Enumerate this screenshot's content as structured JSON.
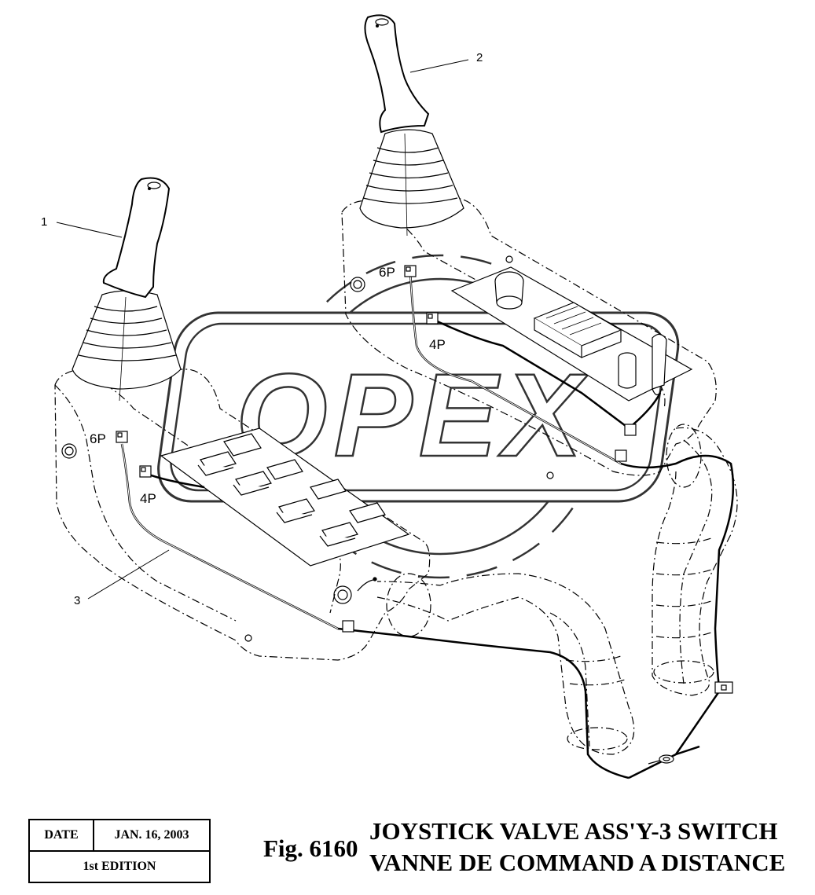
{
  "callouts": {
    "c1": "1",
    "c2": "2",
    "c3": "3"
  },
  "connectors": {
    "left_6p": "6P",
    "left_4p": "4P",
    "right_6p": "6P",
    "right_4p": "4P"
  },
  "watermark": {
    "text": "OPEX"
  },
  "title_block": {
    "date_label": "DATE",
    "date_value": "JAN. 16, 2003",
    "edition": "1st EDITION"
  },
  "figure": {
    "number": "Fig. 6160",
    "title_en": "JOYSTICK VALVE ASS'Y-3 SWITCH",
    "title_fr": "VANNE DE COMMAND A DISTANCE"
  }
}
